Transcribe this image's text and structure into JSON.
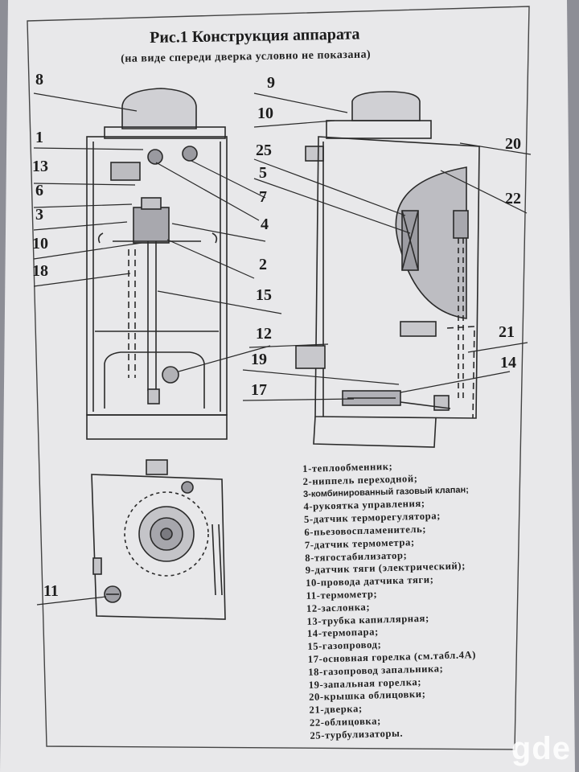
{
  "document": {
    "title": "Рис.1 Конструкция аппарата",
    "subtitle": "(на виде спереди дверка условно не показана)"
  },
  "callouts": {
    "n1": "1",
    "n2": "2",
    "n3": "3",
    "n4": "4",
    "n5": "5",
    "n6": "6",
    "n7": "7",
    "n8": "8",
    "n9": "9",
    "n10a": "10",
    "n10b": "10",
    "n11": "11",
    "n12": "12",
    "n13": "13",
    "n14": "14",
    "n15": "15",
    "n17": "17",
    "n18": "18",
    "n19": "19",
    "n20": "20",
    "n21": "21",
    "n22": "22",
    "n25": "25"
  },
  "legend": [
    "1-теплообменник;",
    "2-ниппель переходной;",
    "3-комбинированный газовый клапан;",
    "4-рукоятка управления;",
    "5-датчик терморегулятора;",
    "6-пьезовоспламенитель;",
    "7-датчик термометра;",
    "8-тягостабилизатор;",
    "9-датчик тяги (электрический);",
    "10-провода датчика тяги;",
    "11-термометр;",
    "12-заслонка;",
    "13-трубка капиллярная;",
    "14-термопара;",
    "15-газопровод;",
    "17-основная горелка (см.табл.4А)",
    "18-газопровод запальника;",
    "19-запальная горелка;",
    "20-крышка облицовки;",
    "21-дверка;",
    "22-облицовка;",
    "25-турбулизаторы."
  ],
  "watermark": "gde",
  "colors": {
    "paper": "#e9e9ea",
    "background": "#8d8e96",
    "ink": "#1e1e1e"
  }
}
